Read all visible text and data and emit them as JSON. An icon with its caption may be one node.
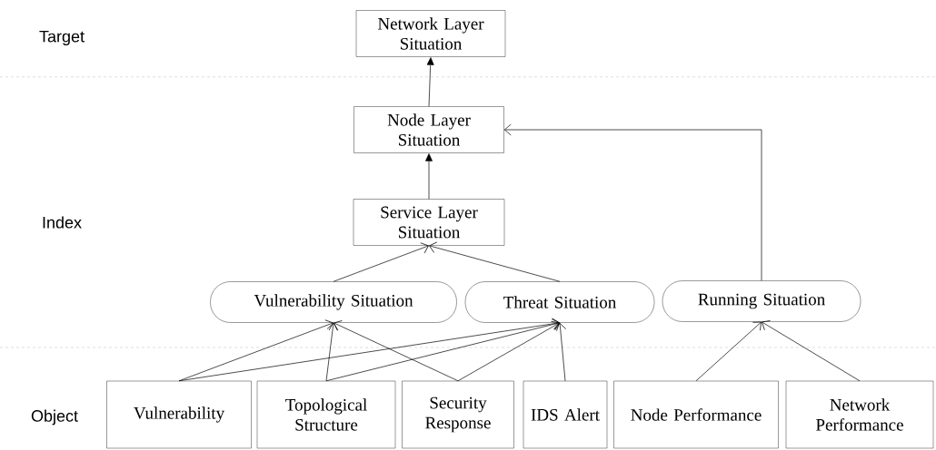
{
  "diagram": {
    "nodes": [
      {
        "text": [
          "Network Layer Situation"
        ]
      },
      {
        "text": [
          "Node Layer Situation"
        ]
      },
      {
        "text": [
          "Service Layer Situation"
        ]
      },
      {
        "text": [
          "Vulnerability Situation"
        ]
      },
      {
        "text": [
          "Threat Situation"
        ]
      },
      {
        "text": [
          "Running Situation"
        ]
      },
      {
        "text": [
          "Vulnerability"
        ]
      },
      {
        "text": [
          "Topological Structure"
        ]
      },
      {
        "text": [
          "Security Response"
        ]
      },
      {
        "text": [
          "IDS Alert"
        ]
      },
      {
        "text": [
          "Node Performance"
        ]
      },
      {
        "text": [
          "Network Performance"
        ]
      }
    ],
    "edges": [
      {
        "from": 1,
        "to": 0,
        "arrow": "to"
      },
      {
        "from": 2,
        "to": 1,
        "arrow": "to"
      },
      {
        "from": 5,
        "to": 1,
        "arrow": "to"
      },
      {
        "from": 3,
        "to": 2,
        "arrow": "to"
      },
      {
        "from": 4,
        "to": 2,
        "arrow": "to"
      },
      {
        "from": 6,
        "to": 3,
        "arrow": "to"
      },
      {
        "from": 6,
        "to": 4,
        "arrow": "to"
      },
      {
        "from": 7,
        "to": 3,
        "arrow": "to"
      },
      {
        "from": 7,
        "to": 4,
        "arrow": "to"
      },
      {
        "from": 8,
        "to": 3,
        "arrow": "to"
      },
      {
        "from": 8,
        "to": 4,
        "arrow": "to"
      },
      {
        "from": 9,
        "to": 4,
        "arrow": "to"
      },
      {
        "from": 10,
        "to": 5,
        "arrow": "to"
      },
      {
        "from": 11,
        "to": 5,
        "arrow": "to"
      }
    ],
    "labels": [
      "Target",
      "Index",
      "Object"
    ]
  }
}
